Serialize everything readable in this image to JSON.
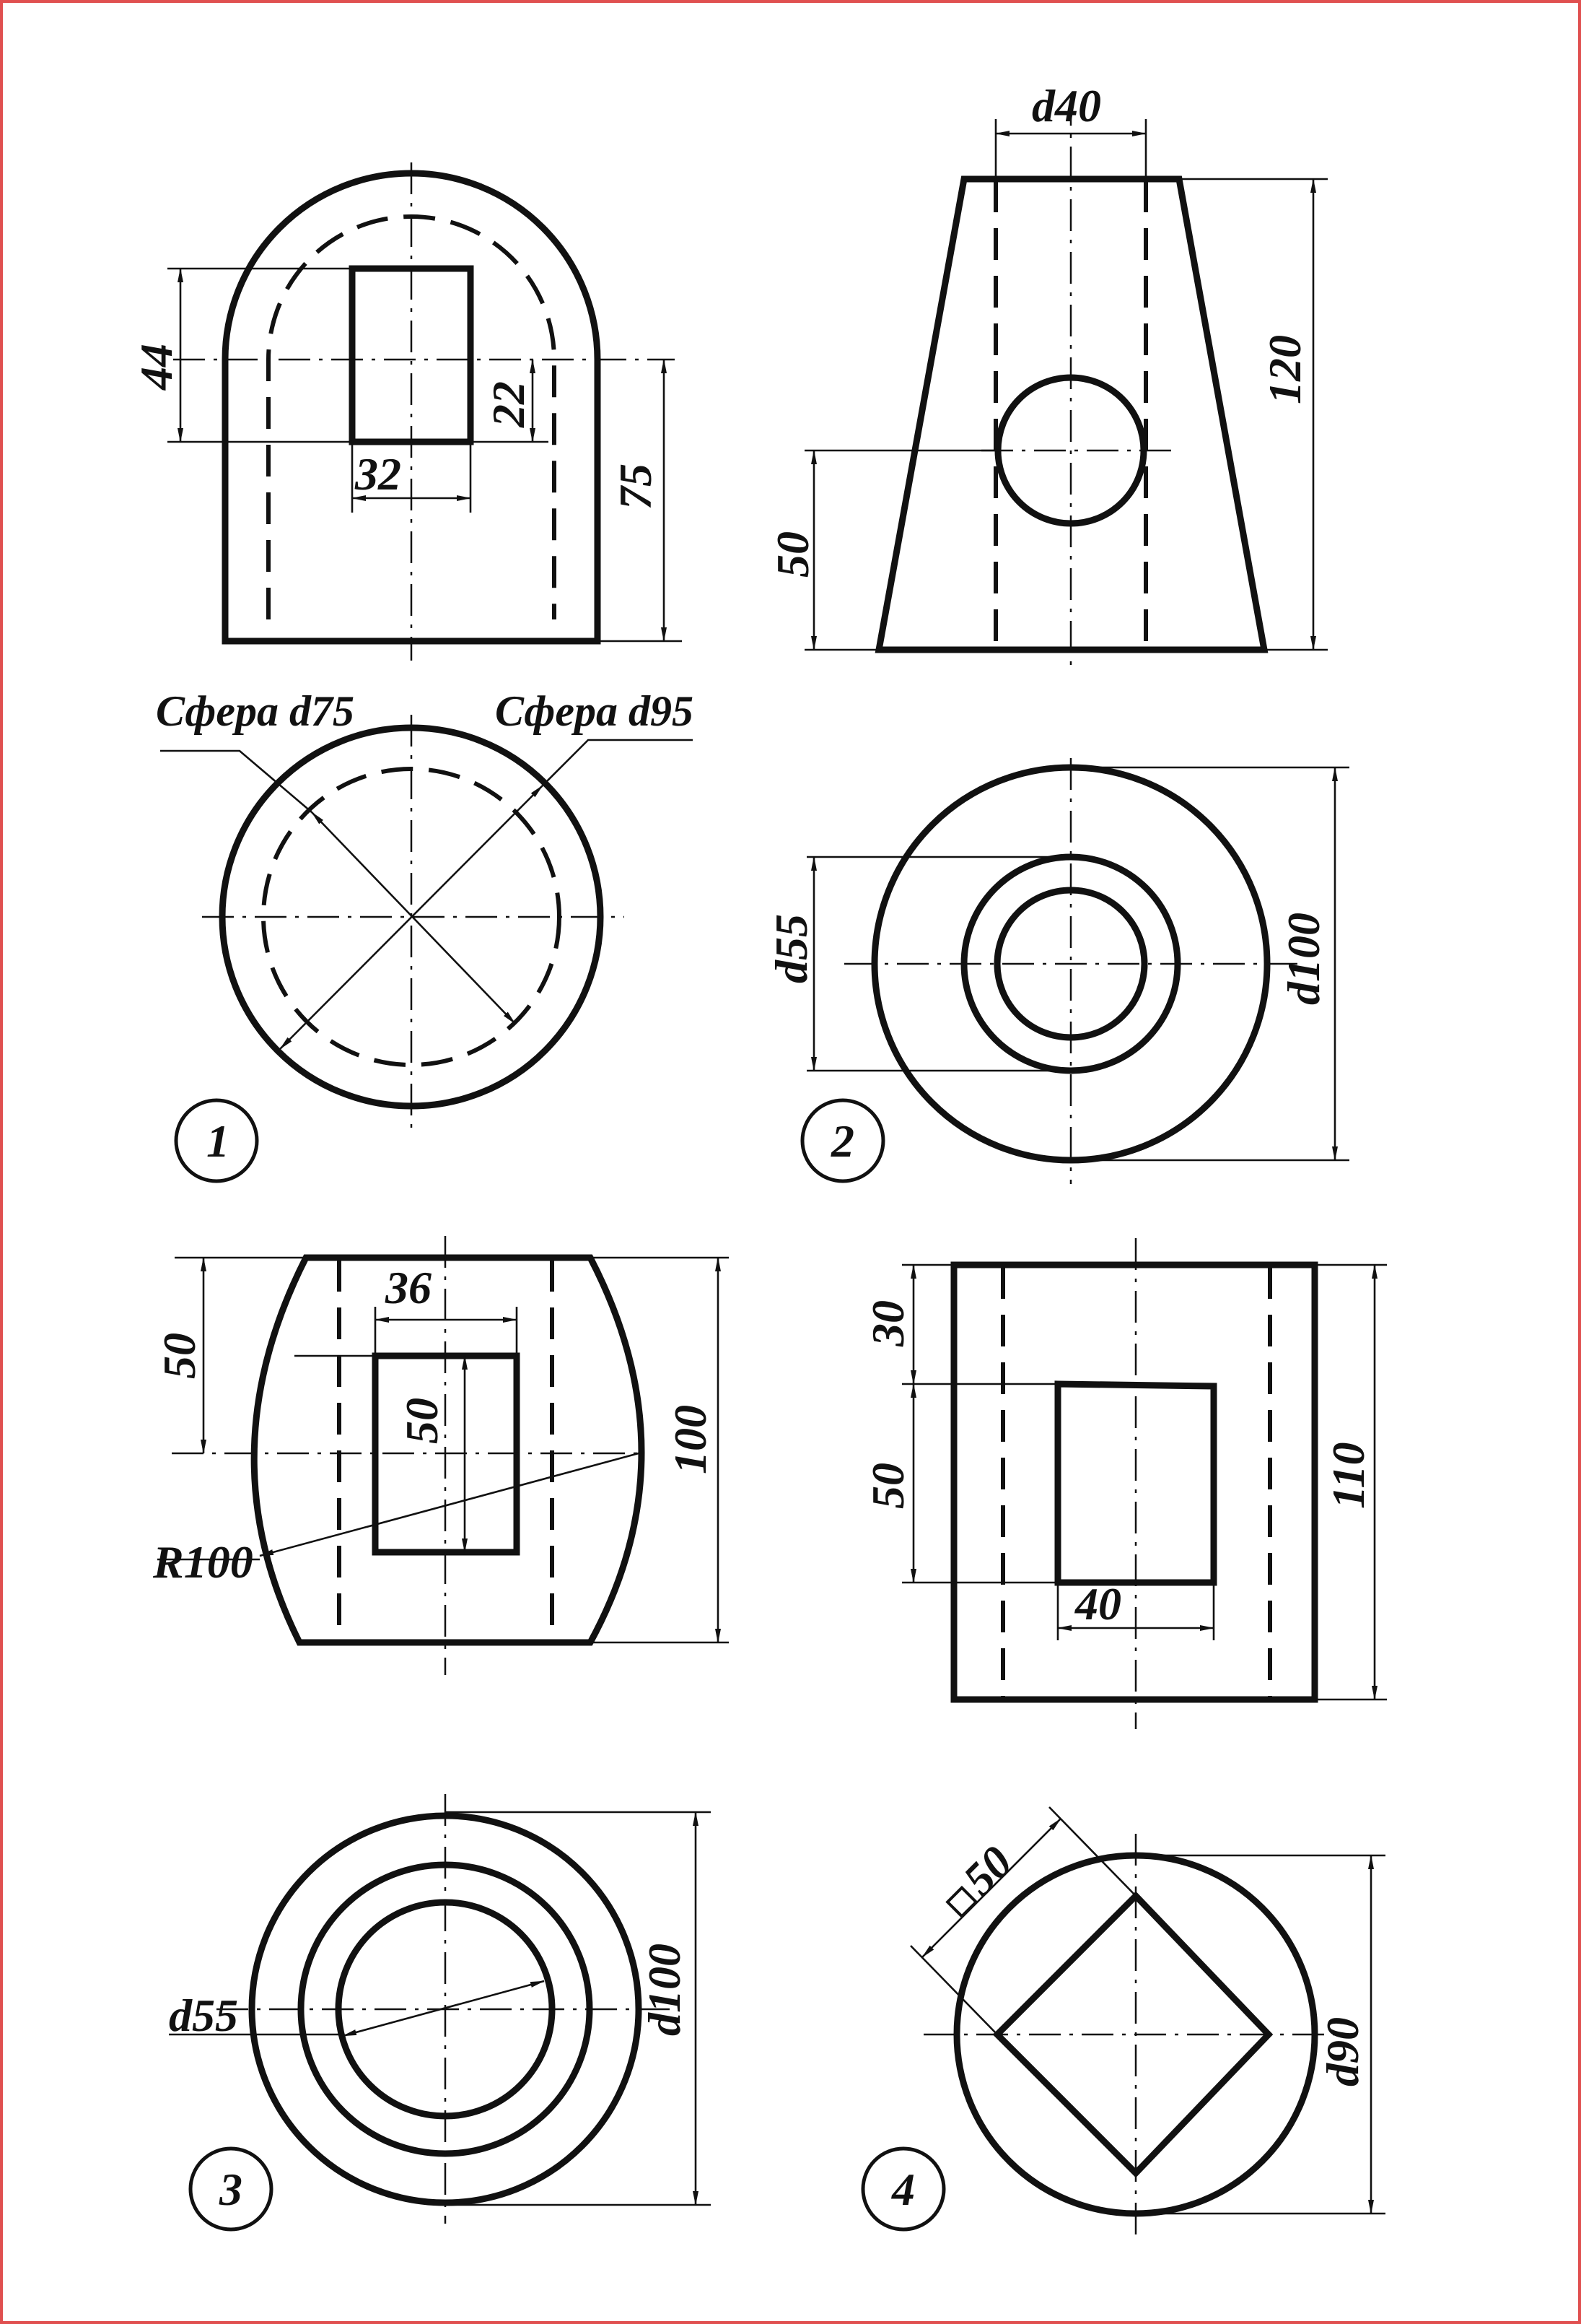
{
  "views": [
    {
      "number": "1",
      "dimensions": {
        "height_44": "44",
        "hole_height_22": "22",
        "hole_width_32": "32",
        "base_height_75": "75"
      },
      "callouts": {
        "sphere_inner": "Сфера d75",
        "sphere_outer": "Сфера d95"
      }
    },
    {
      "number": "2",
      "dimensions": {
        "top_bore_d40": "d40",
        "height_120": "120",
        "hole_height_50": "50",
        "inner_d55": "d55",
        "outer_d100": "d100"
      }
    },
    {
      "number": "3",
      "dimensions": {
        "hole_width_36": "36",
        "upper_50": "50",
        "hole_height_50": "50",
        "height_100": "100",
        "radius": "R100",
        "outer_d100": "d100",
        "inner_d55": "d55"
      }
    },
    {
      "number": "4",
      "dimensions": {
        "top_30": "30",
        "hole_height_50": "50",
        "height_110": "110",
        "hole_width_40": "40",
        "square_50": "50",
        "outer_d90": "d90"
      }
    }
  ]
}
